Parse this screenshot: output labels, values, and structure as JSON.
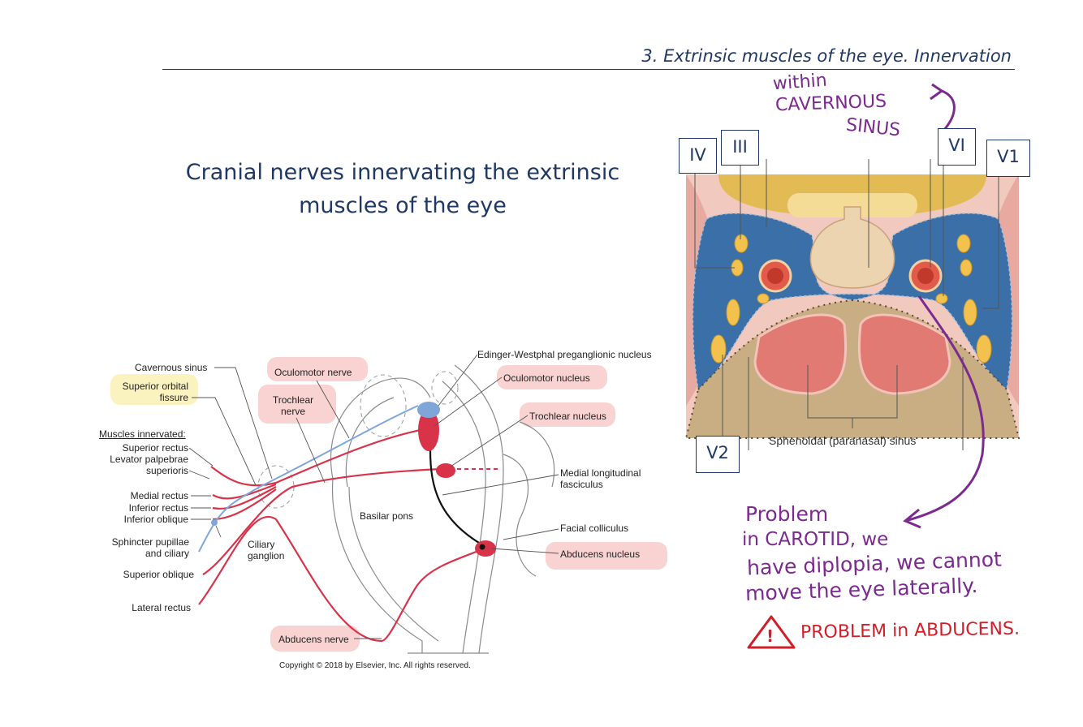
{
  "header": {
    "title": "3. Extrinsic muscles of the eye. Innervation"
  },
  "slide": {
    "title": "Cranial nerves innervating the extrinsic muscles of the eye"
  },
  "left_figure": {
    "labels": {
      "cavernous_sinus": "Cavernous sinus",
      "superior_orbital_fissure": "Superior orbital fissure",
      "oculomotor_nerve": "Oculomotor nerve",
      "trochlear_nerve": "Trochlear nerve",
      "muscles_innervated": "Muscles innervated:",
      "superior_rectus": "Superior rectus",
      "levator_palpebrae": "Levator palpebrae superioris",
      "medial_rectus": "Medial rectus",
      "inferior_rectus": "Inferior rectus",
      "inferior_oblique": "Inferior oblique",
      "sphincter_pupillae": "Sphincter pupillae and ciliary",
      "superior_oblique": "Superior oblique",
      "lateral_rectus": "Lateral rectus",
      "ciliary_ganglion": "Ciliary ganglion",
      "basilar_pons": "Basilar pons",
      "edinger_westphal": "Edinger-Westphal preganglionic nucleus",
      "oculomotor_nucleus": "Oculomotor nucleus",
      "trochlear_nucleus": "Trochlear nucleus",
      "medial_longitudinal_fasciculus": "Medial longitudinal fasciculus",
      "facial_colliculus": "Facial colliculus",
      "abducens_nucleus": "Abducens nucleus",
      "abducens_nerve": "Abducens nerve"
    },
    "copyright": "Copyright © 2018 by Elsevier, Inc. All rights reserved."
  },
  "right_figure": {
    "boxes": {
      "iv": "IV",
      "iii": "III",
      "vi": "VI",
      "v1": "V1",
      "v2": "V2"
    },
    "sphenoidal_sinus_label": "Sphenoidal (paranasal) sinus"
  },
  "annotations": {
    "within_line1": "within",
    "within_line2": "CAVERNOUS",
    "within_line3": "SINUS",
    "problem_line1": "Problem",
    "problem_line2": "in CAROTID, we",
    "problem_line3": "have diplopia, we cannot",
    "problem_line4": "move the eye laterally.",
    "warning": "PROBLEM in ABDUCENS.",
    "warning_symbol": "!"
  },
  "colors": {
    "title_blue": "#1f3864",
    "annotation_purple": "#7b2a8f",
    "warning_red": "#d11f2a",
    "nerve_red": "#d9334a",
    "nerve_blue": "#7fa6d9",
    "highlight_red": "#f9d2d2",
    "highlight_yellow": "#fbf3bf"
  }
}
